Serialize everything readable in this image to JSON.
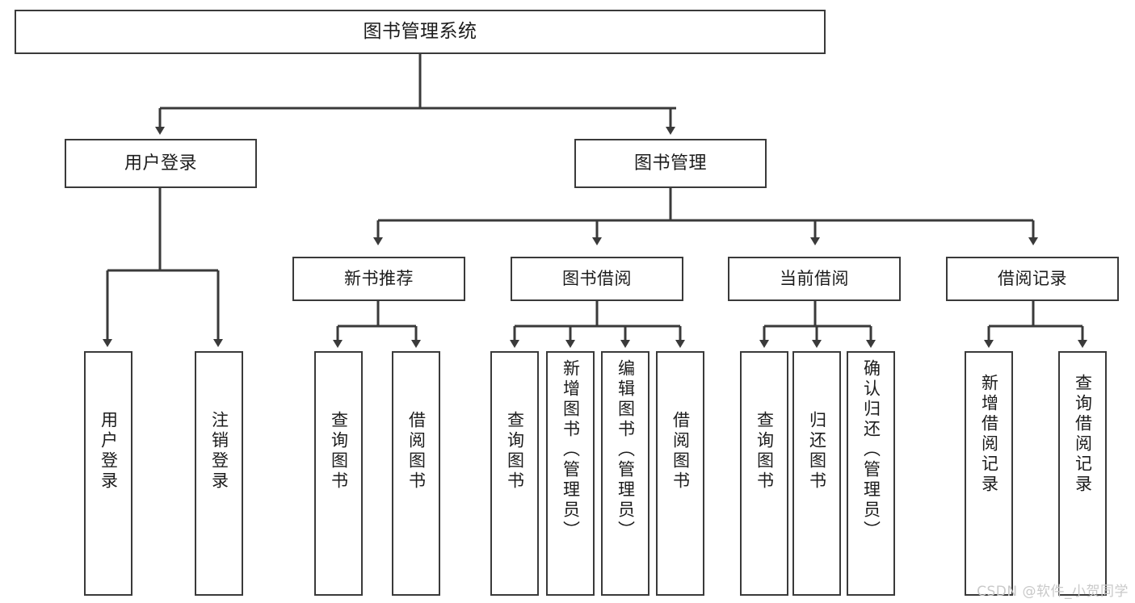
{
  "diagram": {
    "title": "图书管理系统",
    "watermark": "CSDN @软件_小贺同学",
    "colors": {
      "box_border": "#3a3a3a",
      "box_fill": "#ffffff",
      "edge": "#3a3a3a",
      "text": "#1c1c1c",
      "watermark": "#c9c9c9",
      "background": "#ffffff"
    },
    "root": {
      "label": "图书管理系统"
    },
    "level1": [
      {
        "label": "用户登录"
      },
      {
        "label": "图书管理"
      }
    ],
    "level2": [
      {
        "label": "新书推荐"
      },
      {
        "label": "图书借阅"
      },
      {
        "label": "当前借阅"
      },
      {
        "label": "借阅记录"
      }
    ],
    "leaves": {
      "user_login": [
        {
          "label": "用户登录"
        },
        {
          "label": "注销登录"
        }
      ],
      "new_book_recommend": [
        {
          "label": "查询图书"
        },
        {
          "label": "借阅图书"
        }
      ],
      "book_borrow": [
        {
          "label": "查询图书"
        },
        {
          "label": "新增图书（管理员）"
        },
        {
          "label": "编辑图书（管理员）"
        },
        {
          "label": "借阅图书"
        }
      ],
      "current_borrow": [
        {
          "label": "查询图书"
        },
        {
          "label": "归还图书"
        },
        {
          "label": "确认归还（管理员）"
        }
      ],
      "borrow_record": [
        {
          "label": "新增借阅记录"
        },
        {
          "label": "查询借阅记录"
        }
      ]
    }
  }
}
